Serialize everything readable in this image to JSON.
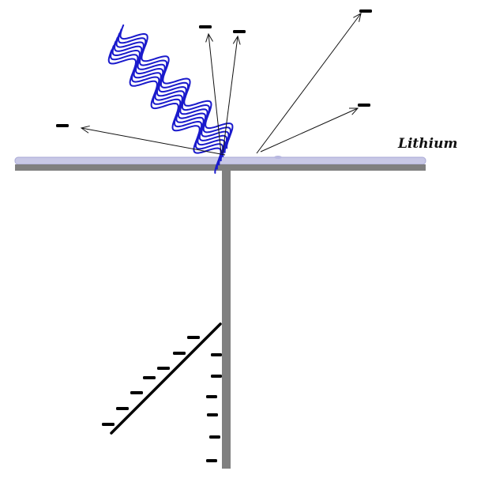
{
  "diagram": {
    "material_label": "Lithium",
    "colors": {
      "plate": "#c8c8e6",
      "plate_border": "#a9a9d6",
      "rod": "#808080",
      "light_wave": "#1a1acc",
      "arrow": "#111111",
      "charge": "#000000",
      "leaf": "#000000",
      "label": "#111111"
    },
    "parts": [
      "metal-plate",
      "support-rod",
      "light-wave",
      "emitted-electron-arrows",
      "electron-charges",
      "electroscope-leaf"
    ]
  }
}
